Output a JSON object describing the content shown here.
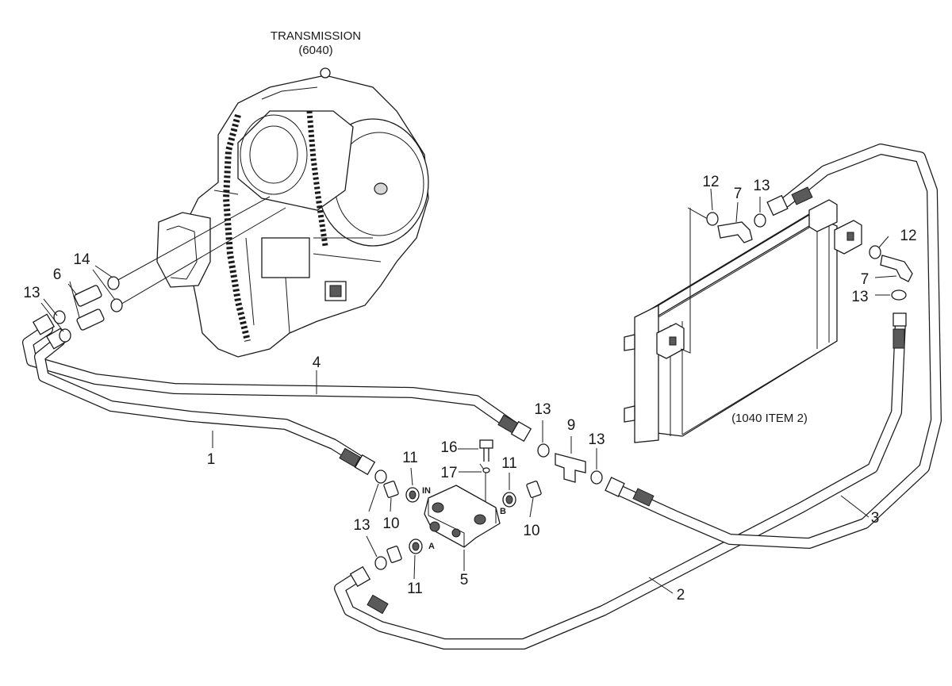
{
  "title_lines": [
    "TRANSMISSION",
    "(6040)"
  ],
  "cooler_label": "(1040 ITEM 2)",
  "callouts": {
    "c1": "1",
    "c2": "2",
    "c3": "3",
    "c4": "4",
    "c5": "5",
    "c6": "6",
    "c7a": "7",
    "c7b": "7",
    "c9": "9",
    "c10a": "10",
    "c10b": "10",
    "c11a": "11",
    "c11b": "11",
    "c11c": "11",
    "c12a": "12",
    "c12b": "12",
    "c13a": "13",
    "c13b": "13",
    "c13c": "13",
    "c13d": "13",
    "c13e": "13",
    "c13f": "13",
    "c14": "14",
    "c16": "16",
    "c17": "17"
  },
  "port_labels": {
    "in": "IN",
    "a": "A",
    "b": "B"
  }
}
